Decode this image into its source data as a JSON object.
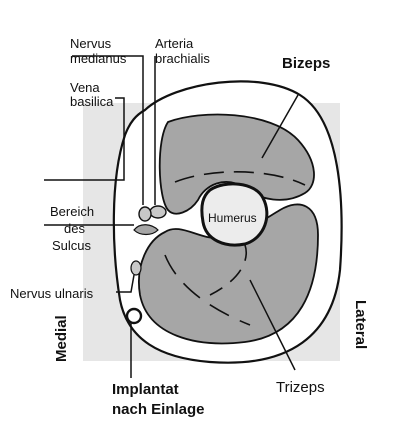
{
  "labels": {
    "nervus_medianus_l1": "Nervus",
    "nervus_medianus_l2": "medianus",
    "arteria_brachialis_l1": "Arteria",
    "arteria_brachialis_l2": "brachialis",
    "vena_basilica_l1": "Vena",
    "vena_basilica_l2": "basilica",
    "bizeps": "Bizeps",
    "humerus": "Humerus",
    "bereich_l1": "Bereich",
    "bereich_l2": "des",
    "bereich_l3": "Sulcus",
    "nervus_ulnaris": "Nervus ulnaris",
    "medial": "Medial",
    "lateral": "Lateral",
    "implantat_l1": "Implantat",
    "implantat_l2": "nach Einlage",
    "trizeps": "Trizeps"
  },
  "colors": {
    "background_square": "#e6e6e6",
    "muscle": "#a6a6a6",
    "outline": "#111111",
    "bone": "#e9e9e9"
  }
}
